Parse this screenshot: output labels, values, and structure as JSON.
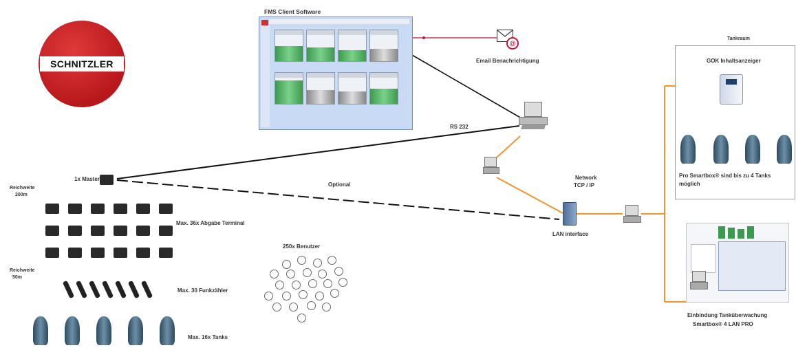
{
  "brand": {
    "logo": "SCHNITZLER"
  },
  "fms_window": {
    "title": "FMS Client Software",
    "tiles": [
      {
        "fill": 0.5,
        "color": "green"
      },
      {
        "fill": 0.45,
        "color": "green"
      },
      {
        "fill": 0.35,
        "color": "green"
      },
      {
        "fill": 0.4,
        "color": "grey"
      },
      {
        "fill": 0.75,
        "color": "green"
      },
      {
        "fill": 0.45,
        "color": "grey"
      },
      {
        "fill": 0.4,
        "color": "grey"
      },
      {
        "fill": 0.5,
        "color": "green"
      }
    ]
  },
  "labels": {
    "email": "Email Benachrichtigung",
    "rs232": "RS 232",
    "optional": "Optional",
    "network": "Network",
    "tcpip": "TCP / IP",
    "lan_interface": "LAN interface",
    "master": "1x Master",
    "reichweite_1a": "Reichweite",
    "reichweite_1b": "200m",
    "terminals": "Max. 36x Abgabe Terminal",
    "reichweite_2a": "Reichweite",
    "reichweite_2b": "50m",
    "counters": "Max. 30 Funkzähler",
    "tanks": "Max. 16x Tanks",
    "users": "250x Benutzer",
    "tankraum": "Tankraum",
    "gok": "GOK Inhaltsanzeiger",
    "pro1": "Pro Smartbox® sind bis zu 4 Tanks",
    "pro2": "möglich",
    "einbindung1": "Einbindung Tanküberwachung",
    "einbindung2": "Smartbox® 4 LAN PRO"
  },
  "colors": {
    "link_orange": "#f5922e",
    "email_line": "#c2123a",
    "logo_red": "#c7262b"
  }
}
